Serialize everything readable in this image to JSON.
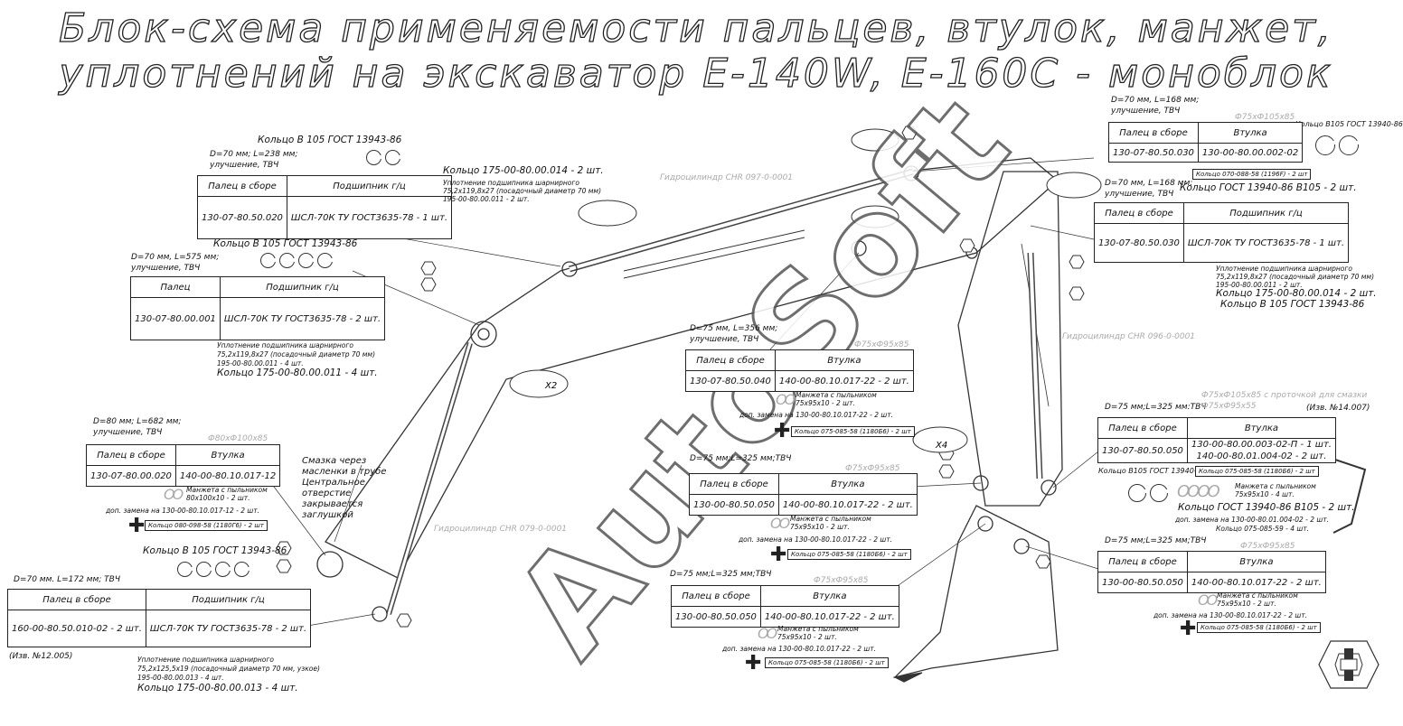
{
  "title": {
    "line1": "Блок-схема применяемости пальцев, втулок, манжет,",
    "line2": "уплотнений на экскаватор Е-140W, Е-160С - моноблок"
  },
  "watermark": "AutoSoft",
  "cylinders": {
    "c1": "Гидроцилиндр CHR 097-0-0001",
    "c2": "Гидроцилиндр CHR 096-0-0001",
    "c3": "Гидроцилиндр CHR 079-0-0001"
  },
  "blocks": {
    "b1": {
      "ring_label": "Кольцо В 105 ГОСТ 13943-86",
      "spec1": "D=70 мм; L=238 мм;",
      "spec2": "улучшение, ТВЧ",
      "h1": "Палец в сборе",
      "h2": "Подшипник г/ц",
      "v1": "130-07-80.50.020",
      "v2": "ШСЛ-70К ТУ ГОСТ3635-78 - 1 шт.",
      "r1": "Кольцо 175-00-80.00.014 - 2 шт.",
      "n1": "Уплотнение подшипника шарнирного",
      "n2": "75,2x119,8x27 (посадочный диаметр 70 мм)",
      "n3": "195-00-80.00.011 - 2 шт."
    },
    "b2": {
      "ring_label": "Кольцо В 105 ГОСТ 13943-86",
      "spec1": "D=70 мм, L=575 мм;",
      "spec2": "улучшение, ТВЧ",
      "h1": "Палец",
      "h2": "Подшипник г/ц",
      "v1": "130-07-80.00.001",
      "v2": "ШСЛ-70К ТУ ГОСТ3635-78 - 2 шт.",
      "n1": "Уплотнение подшипника шарнирного",
      "n2": "75,2x119,8x27 (посадочный диаметр 70 мм)",
      "n3": "195-00-80.00.011 - 4 шт.",
      "r1": "Кольцо 175-00-80.00.011 - 4 шт."
    },
    "b3": {
      "spec1": "D=80 мм; L=682 мм;",
      "spec2": "улучшение, ТВЧ",
      "dim": "Ф80xФ100x85",
      "h1": "Палец в сборе",
      "h2": "Втулка",
      "v1": "130-07-80.00.020",
      "v2": "140-00-80.10.017-12",
      "m1": "Манжета с пыльником",
      "m2": "80x100x10 - 2 шт.",
      "alt": "доп. замена на 130-00-80.10.017-12 - 2 шт.",
      "box": "Кольцо 080-098-58 (1180Г6) - 2 шт"
    },
    "b4": {
      "ring_label": "Кольцо В 105 ГОСТ 13943-86",
      "spec1": "D=70 мм. L=172 мм; ТВЧ",
      "h1": "Палец в сборе",
      "h2": "Подшипник г/ц",
      "v1": "160-00-80.50.010-02 - 2 шт.",
      "v2": "ШСЛ-70К ТУ ГОСТ3635-78 - 2 шт.",
      "izv": "(Изв. №12.005)",
      "n1": "Уплотнение подшипника шарнирного",
      "n2": "75,2x125,5x19 (посадочный диаметр 70 мм, узкое)",
      "n3": "195-00-80.00.013 - 4 шт.",
      "r1": "Кольцо 175-00-80.00.013 - 4 шт."
    },
    "b5": {
      "spec1": "D=70 мм, L=168 мм;",
      "spec2": "улучшение, ТВЧ",
      "dim": "Ф75xФ105x85",
      "ring_label": "Кольцо В105 ГОСТ 13940-86",
      "h1": "Палец в сборе",
      "h2": "Втулка",
      "v1": "130-07-80.50.030",
      "v2": "130-00-80.00.002-02",
      "box": "Кольцо 070-088-58 (1196F) - 2 шт",
      "r1": "Кольцо ГОСТ 13940-86 В105 - 2 шт."
    },
    "b6": {
      "spec1": "D=70 мм, L=168 мм;",
      "spec2": "улучшение, ТВЧ",
      "h1": "Палец в сборе",
      "h2": "Подшипник г/ц",
      "v1": "130-07-80.50.030",
      "v2": "ШСЛ-70К ТУ ГОСТ3635-78 - 1 шт.",
      "n1": "Уплотнение подшипника шарнирного",
      "n2": "75,2x119,8x27 (посадочный диаметр 70 мм)",
      "n3": "195-00-80.00.011 - 2 шт.",
      "r1": "Кольцо 175-00-80.00.014 - 2 шт.",
      "r2": "Кольцо В 105 ГОСТ 13943-86"
    },
    "b7": {
      "spec1": "D=75 мм, L=356 мм;",
      "spec2": "улучшение, ТВЧ",
      "dim": "Ф75xФ95x85",
      "h1": "Палец в сборе",
      "h2": "Втулка",
      "v1": "130-07-80.50.040",
      "v2": "140-00-80.10.017-22 - 2 шт.",
      "m1": "Манжета с пыльником",
      "m2": "75x95x10 - 2 шт.",
      "alt": "доп. замена на 130-00-80.10.017-22 - 2 шт.",
      "box": "Кольцо 075-085-58 (1180Б6) - 2 шт"
    },
    "b8": {
      "spec1": "D=75 мм;L=325 мм;ТВЧ",
      "dim": "Ф75xФ95x85",
      "h1": "Палец в сборе",
      "h2": "Втулка",
      "v1": "130-00-80.50.050",
      "v2": "140-00-80.10.017-22 - 2 шт.",
      "m1": "Манжета с пыльником",
      "m2": "75x95x10 - 2 шт.",
      "alt": "доп. замена на 130-00-80.10.017-22 - 2 шт.",
      "box": "Кольцо 075-085-58 (1180Б6) - 2 шт"
    },
    "b9": {
      "spec1": "D=75 мм;L=325 мм:ТВЧ",
      "dim1": "Ф75xФ105x85 с проточкой для смазки",
      "dim2": "Ф75xФ95x55",
      "izv": "(Изв. №14.007)",
      "h1": "Палец в сборе",
      "h2": "Втулка",
      "v1": "130-07-80.50.050",
      "v2a": "130-00-80.00.003-02-П - 1 шт.",
      "v2b": "140-00-80.01.004-02 - 2 шт.",
      "ring_label": "Кольцо В105 ГОСТ 13940-86",
      "box": "Кольцо 075-085-58 (1180Б6) - 2 шт",
      "m1": "Манжета с пыльником",
      "m2": "75x95x10 - 4 шт.",
      "r1": "Кольцо ГОСТ 13940-86 В105 - 2 шт.",
      "alt": "доп. замена на 130-00-80.01.004-02 - 2 шт.",
      "r2": "Кольцо 075-085-59 - 4 шт."
    },
    "b10": {
      "spec1": "D=75 мм;L=325 мм;ТВЧ",
      "dim": "Ф75xФ95x85",
      "h1": "Палец в сборе",
      "h2": "Втулка",
      "v1": "130-00-80.50.050",
      "v2": "140-00-80.10.017-22 - 2 шт.",
      "m1": "Манжета с пыльником",
      "m2": "75x95x10 - 2 шт.",
      "alt": "доп. замена на 130-00-80.10.017-22 - 2 шт.",
      "box": "Кольцо 075-085-58 (1180Б6) - 2 шт"
    },
    "b11": {
      "spec1": "D=75 мм;L=325 мм;ТВЧ",
      "dim": "Ф75xФ95x85",
      "h1": "Палец в сборе",
      "h2": "Втулка",
      "v1": "130-00-80.50.050",
      "v2": "140-00-80.10.017-22 - 2 шт.",
      "m1": "Манжета с пыльником",
      "m2": "75x95x10 - 2 шт.",
      "alt": "доп. замена на 130-00-80.10.017-22 - 2 шт.",
      "box": "Кольцо 075-085-58 (1180Б6) - 2 шт"
    }
  },
  "lube_note": [
    "Смазка через",
    "масленки в трубе",
    "Центральное",
    "отверстие",
    "закрывается",
    "заглушкой"
  ],
  "callouts": {
    "x2": "X2",
    "x4": "X4"
  }
}
